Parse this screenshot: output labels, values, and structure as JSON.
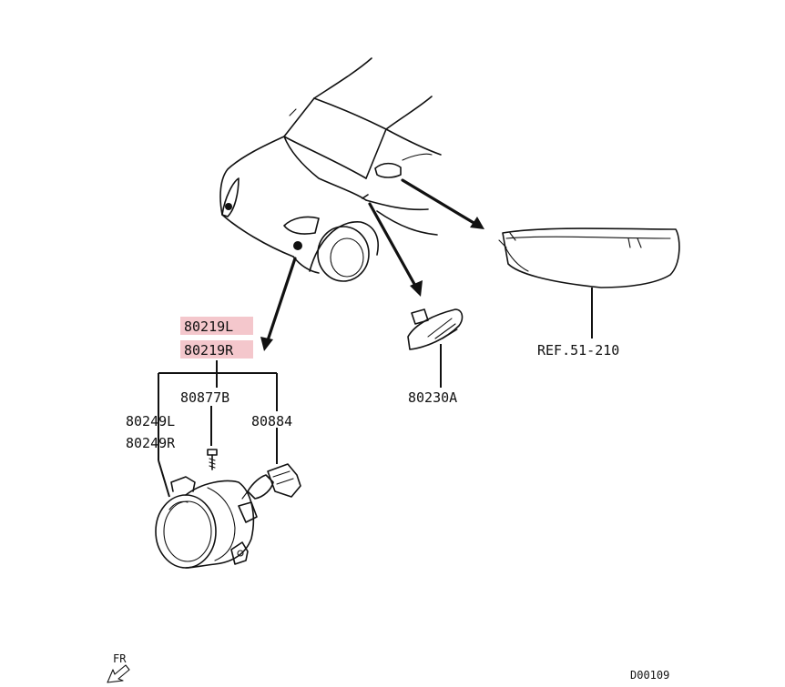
{
  "labels": {
    "part_80219L": "80219L",
    "part_80219R": "80219R",
    "part_80877B": "80877B",
    "part_80249L": "80249L",
    "part_80249R": "80249R",
    "part_80884": "80884",
    "part_80230A": "80230A",
    "ref_51_210": "REF.51-210",
    "fr": "FR",
    "diagram_code": "D00109"
  },
  "colors": {
    "highlight": "#f4c7cc",
    "line": "#111111",
    "background": "#ffffff"
  },
  "icons": {
    "front_direction": "arrow-down-left-icon"
  }
}
